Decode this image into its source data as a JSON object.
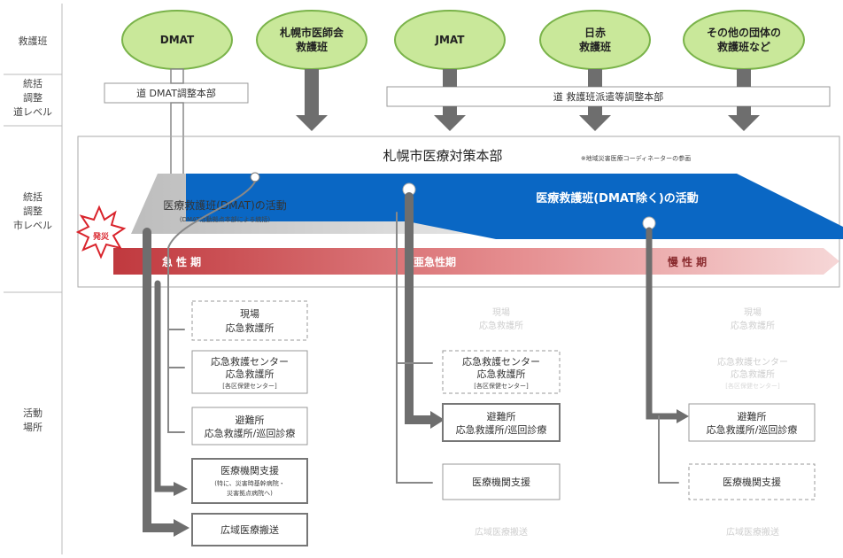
{
  "row_labels": {
    "teams": "救護班",
    "pref": [
      "統括",
      "調整",
      "道レベル"
    ],
    "city": [
      "統括",
      "調整",
      "市レベル"
    ],
    "sites": [
      "活動",
      "場所"
    ]
  },
  "teams": [
    "DMAT",
    "札幌市医師会\n救護班",
    "JMAT",
    "日赤\n救護班",
    "その他の団体の\n救護班など"
  ],
  "pref_left": "道 DMAT調整本部",
  "pref_right": "道 救護班派遣等調整本部",
  "hq_title": "札幌市医療対策本部",
  "hq_note": "※地域災害医療コーディネーターの参画",
  "dmat_activity": "医療救護班(DMAT)の活動",
  "dmat_activity_note": "(DMAT活動拠点本部による統括)",
  "other_activity": "医療救護班(DMAT除く)の活動",
  "onset": "発災",
  "phases": [
    "急 性 期",
    "亜急性期",
    "慢 性 期"
  ],
  "col1": {
    "scene": [
      "現場",
      "応急救護所"
    ],
    "center": [
      "応急救護センター",
      "応急救護所",
      "[各区保健センター]"
    ],
    "shelter": [
      "避難所",
      "応急救護所/巡回診療"
    ],
    "support": [
      "医療機関支援",
      "(特に、災害時基幹病院・",
      "災害拠点病院へ)"
    ],
    "transport": "広域医療搬送"
  },
  "col2": {
    "scene": [
      "現場",
      "応急救護所"
    ],
    "center": [
      "応急救護センター",
      "応急救護所",
      "[各区保健センター]"
    ],
    "shelter": [
      "避難所",
      "応急救護所/巡回診療"
    ],
    "support": "医療機関支援",
    "transport": "広域医療搬送"
  },
  "col3": {
    "scene": [
      "現場",
      "応急救護所"
    ],
    "center": [
      "応急救護センター",
      "応急救護所",
      "[各区保健センター]"
    ],
    "shelter": [
      "避難所",
      "応急救護所/巡回診療"
    ],
    "support": "医療機関支援",
    "transport": "広域医療搬送"
  },
  "colors": {
    "team_fill": "#c9e89a",
    "team_stroke": "#7ab34a",
    "blue": "#0a67c4",
    "gray_band": "#d6d6d6",
    "arrow_gray": "#6e6e6e",
    "phase_red": "#c0393e",
    "burst": "#d9232b"
  }
}
